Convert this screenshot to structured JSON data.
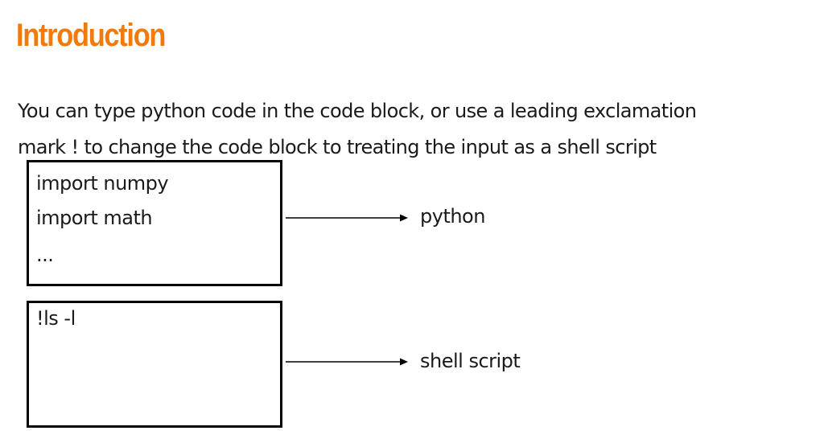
{
  "title": "Introduction",
  "intro": {
    "line1": "You can type python code in the code block, or use a leading exclamation",
    "line2": "mark ! to change the code block to treating the input as a shell script"
  },
  "python_block": {
    "lines": [
      "import numpy",
      "import math",
      "..."
    ],
    "label": "python"
  },
  "shell_block": {
    "lines": [
      "!ls -l"
    ],
    "label": "shell script"
  },
  "colors": {
    "title": "#f07a0c",
    "text": "#1a1a1a",
    "border": "#000000"
  }
}
